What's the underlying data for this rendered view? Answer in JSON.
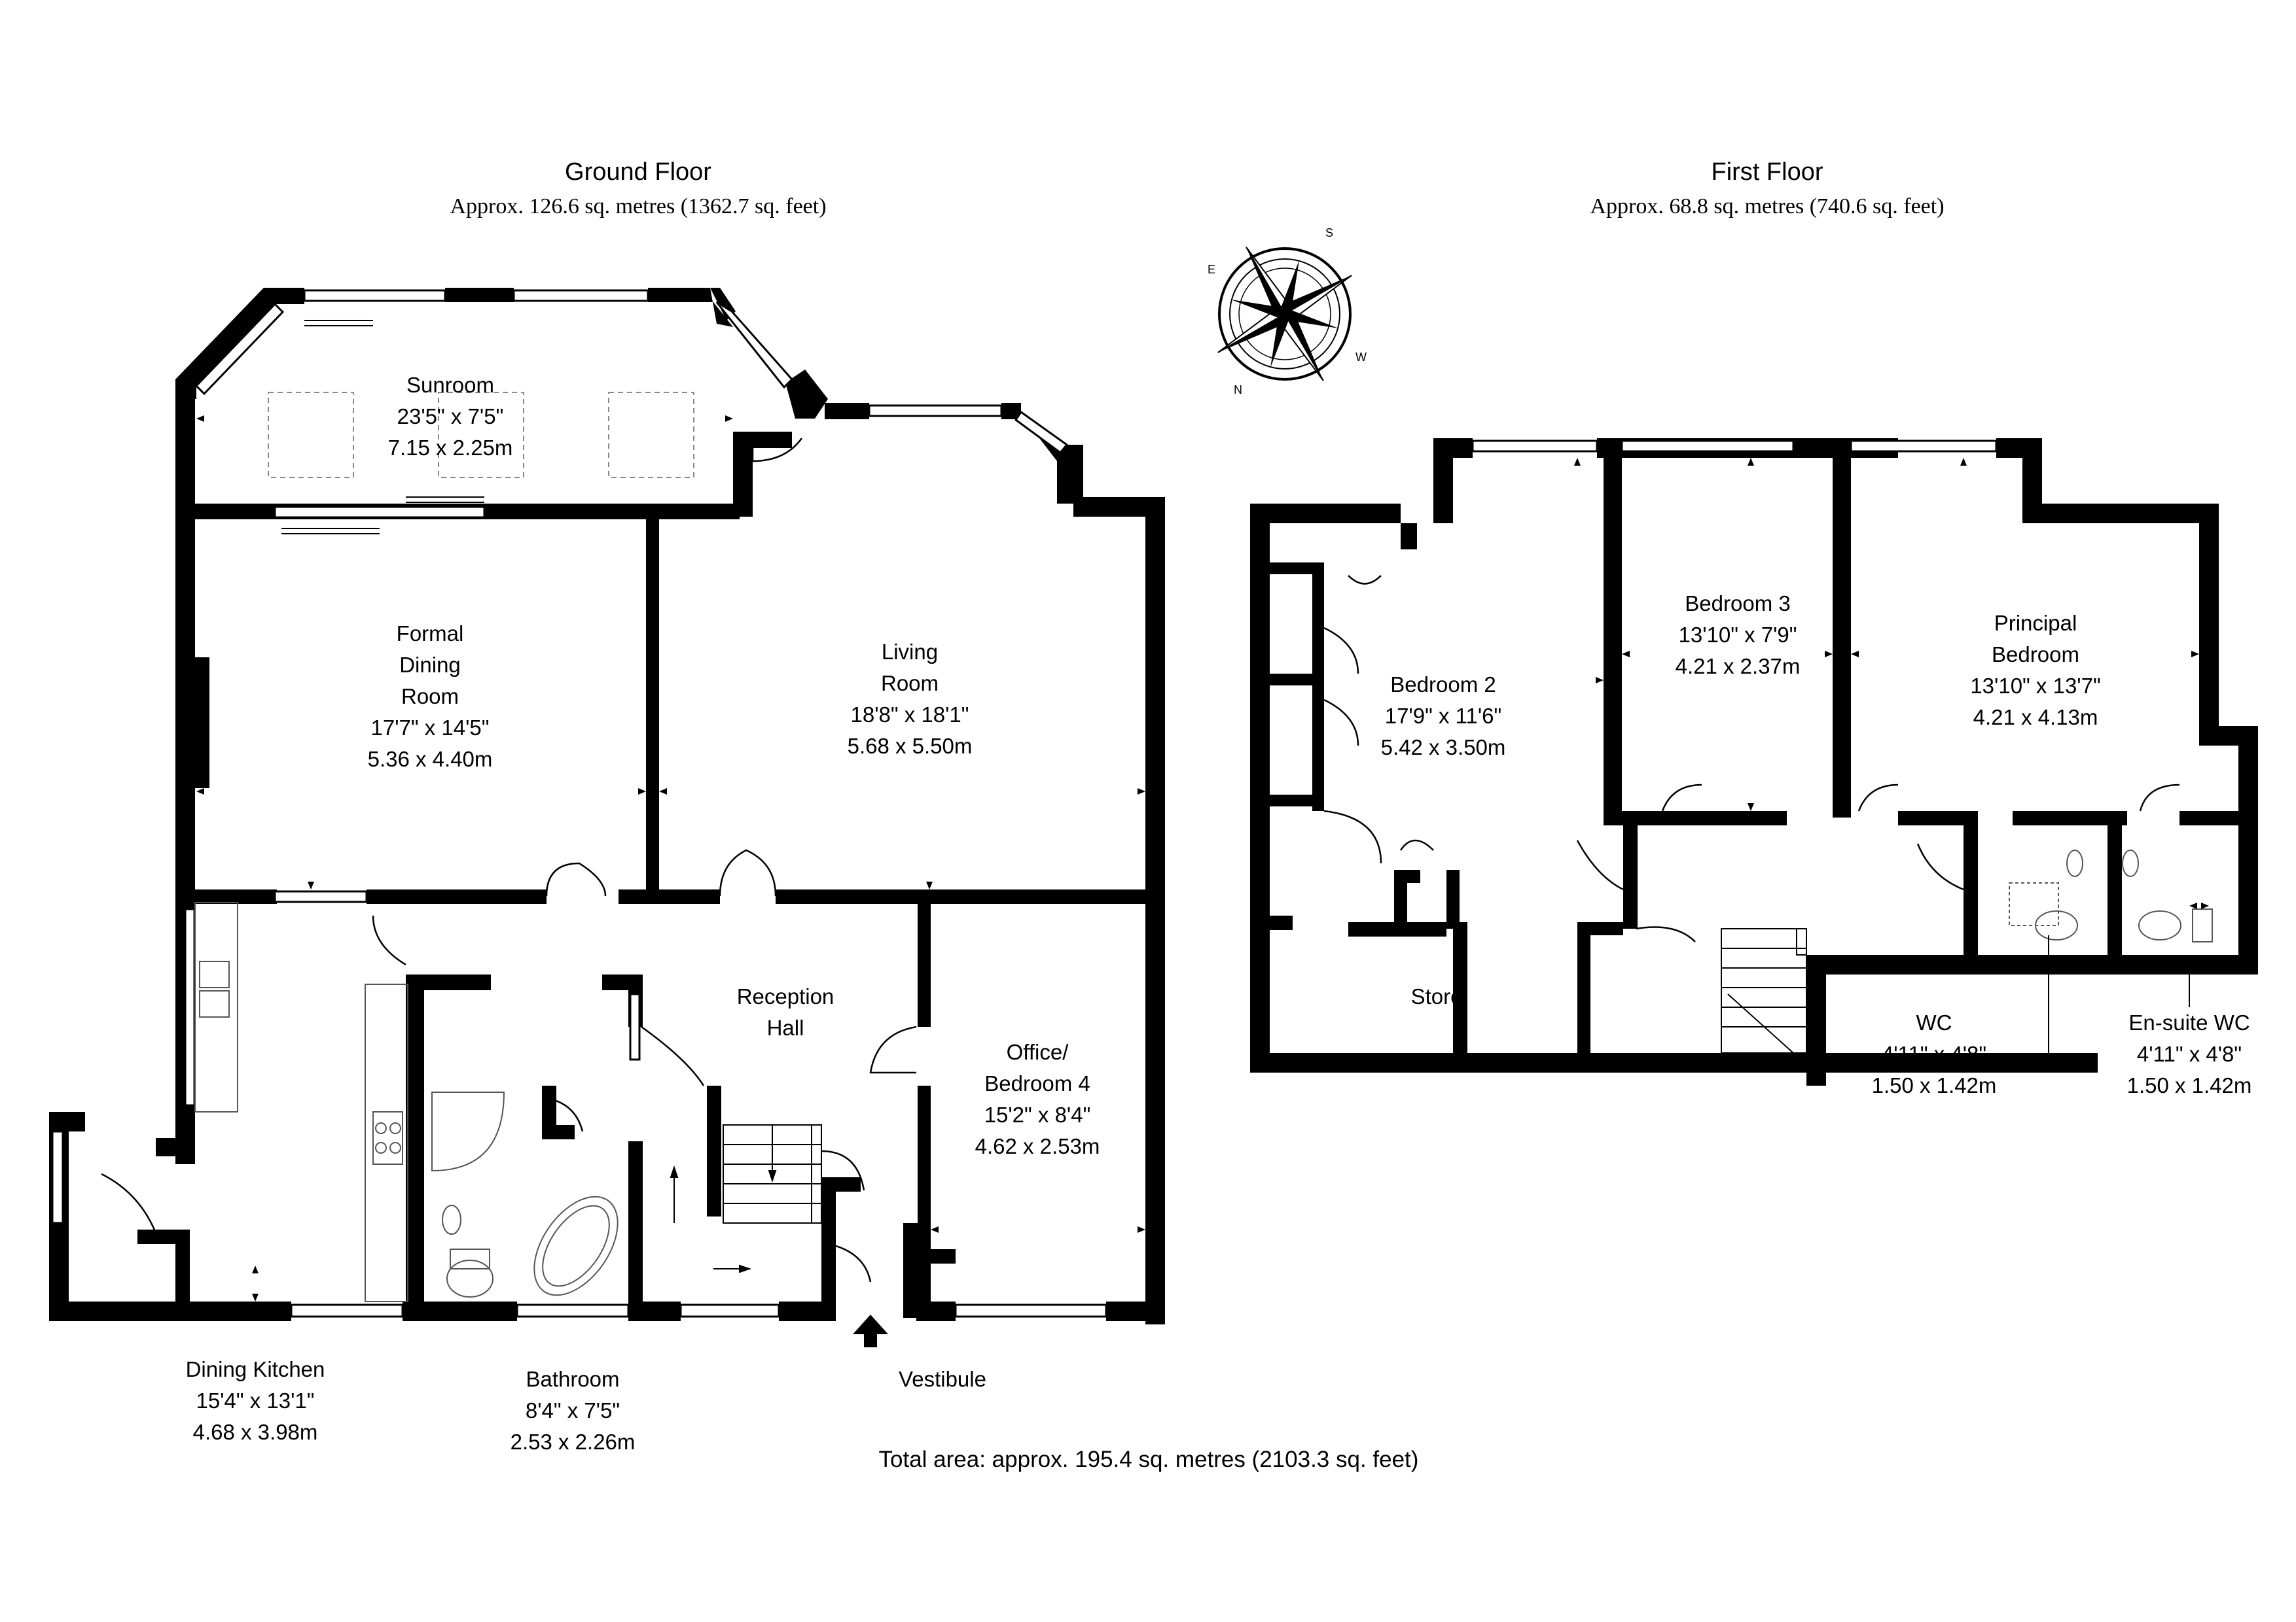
{
  "ground_floor": {
    "title": "Ground Floor",
    "area": "Approx. 126.6 sq. metres (1362.7 sq. feet)",
    "rooms": {
      "sunroom": {
        "name": "Sunroom",
        "imperial": "23'5\" x 7'5\"",
        "metric": "7.15 x 2.25m"
      },
      "dining": {
        "name1": "Formal",
        "name2": "Dining",
        "name3": "Room",
        "imperial": "17'7\" x 14'5\"",
        "metric": "5.36 x 4.40m"
      },
      "living": {
        "name1": "Living",
        "name2": "Room",
        "imperial": "18'8\" x 18'1\"",
        "metric": "5.68 x 5.50m"
      },
      "reception": {
        "name1": "Reception",
        "name2": "Hall"
      },
      "office": {
        "name1": "Office/",
        "name2": "Bedroom 4",
        "imperial": "15'2\" x 8'4\"",
        "metric": "4.62 x 2.53m"
      },
      "kitchen": {
        "name": "Dining Kitchen",
        "imperial": "15'4\" x 13'1\"",
        "metric": "4.68 x 3.98m"
      },
      "bathroom": {
        "name": "Bathroom",
        "imperial": "8'4\" x 7'5\"",
        "metric": "2.53 x 2.26m"
      },
      "vestibule": {
        "name": "Vestibule"
      }
    }
  },
  "first_floor": {
    "title": "First Floor",
    "area": "Approx. 68.8 sq. metres (740.6 sq. feet)",
    "rooms": {
      "bedroom2": {
        "name": "Bedroom 2",
        "imperial": "17'9\" x 11'6\"",
        "metric": "5.42 x 3.50m"
      },
      "bedroom3": {
        "name": "Bedroom 3",
        "imperial": "13'10\" x 7'9\"",
        "metric": "4.21 x 2.37m"
      },
      "principal": {
        "name1": "Principal",
        "name2": "Bedroom",
        "imperial": "13'10\" x 13'7\"",
        "metric": "4.21 x 4.13m"
      },
      "store": {
        "name": "Store"
      },
      "wc": {
        "name": "WC",
        "imperial": "4'11\" x 4'8\"",
        "metric": "1.50 x 1.42m"
      },
      "ensuite": {
        "name": "En-suite WC",
        "imperial": "4'11\" x 4'8\"",
        "metric": "1.50 x 1.42m"
      }
    }
  },
  "total_area": "Total area: approx. 195.4 sq. metres (2103.3 sq. feet)",
  "compass": {
    "icon": "compass-rose-icon",
    "letters": [
      "S",
      "E",
      "N",
      "W"
    ]
  },
  "colors": {
    "wall": "#000000",
    "window": "#ffffff",
    "fixture": "#555555"
  }
}
